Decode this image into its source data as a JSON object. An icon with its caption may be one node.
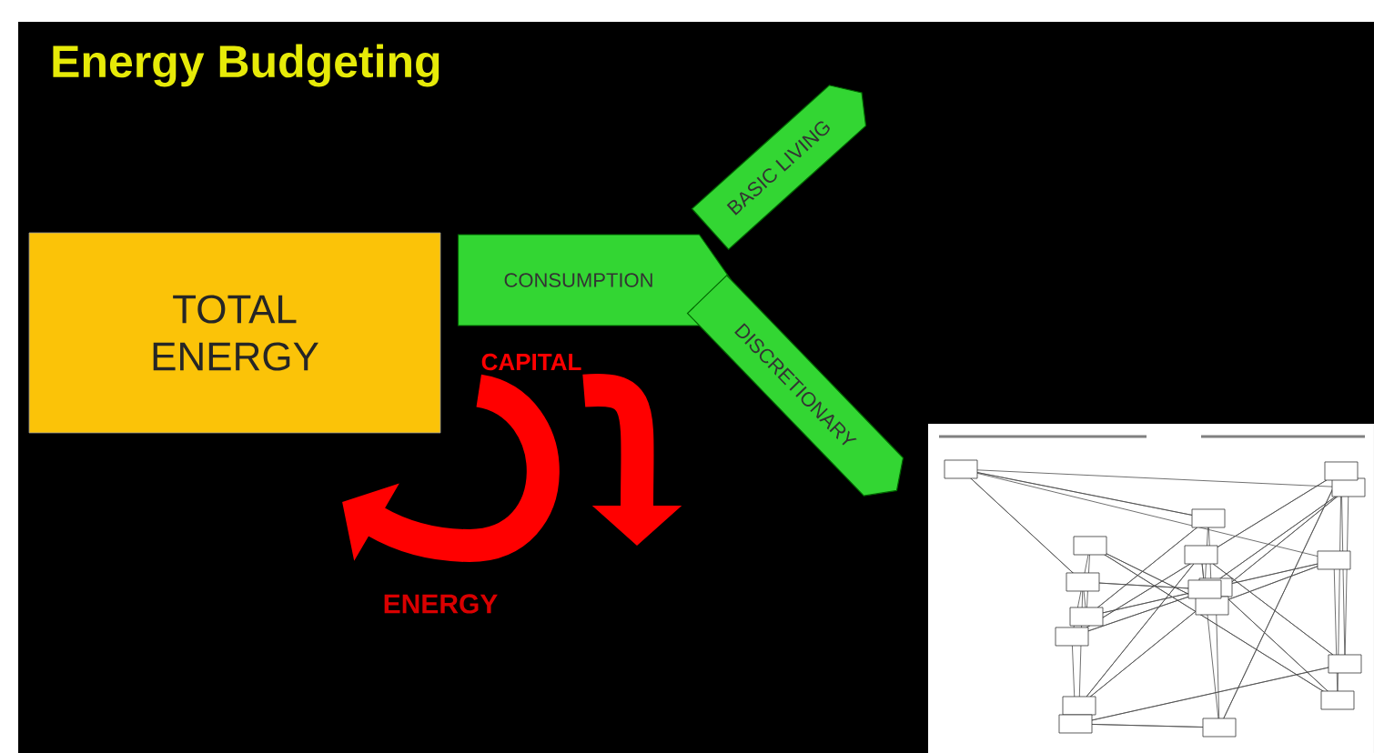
{
  "diagram": {
    "title": "Energy Budgeting",
    "nodes": [
      {
        "text": [
          "TOTAL ENERGY"
        ]
      },
      {
        "text": [
          "CONSUMPTION"
        ]
      },
      {
        "text": [
          "BASIC LIVING"
        ]
      },
      {
        "text": [
          "DISCRETIONARY"
        ]
      },
      {
        "text": [
          "CAPITAL"
        ]
      },
      {
        "text": [
          "ENERGY"
        ]
      }
    ],
    "edges": [
      {
        "from": 4,
        "to": null,
        "arrow": "to"
      },
      {
        "from": 4,
        "to": null,
        "arrow": "to"
      }
    ]
  }
}
